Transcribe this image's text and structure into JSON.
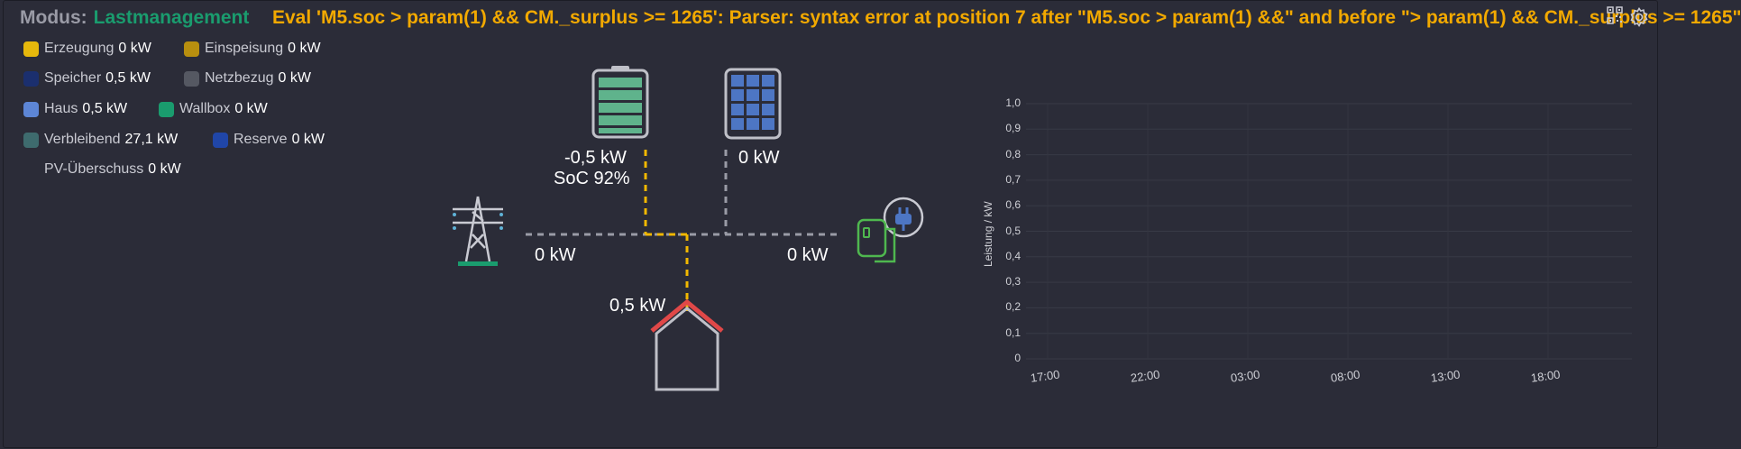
{
  "header": {
    "modus_label": "Modus:",
    "modus_value": "Lastmanagement",
    "error": "Eval 'M5.soc > param(1) && CM._surplus >= 1265': Parser: syntax error at position 7 after \"M5.soc > param(1) &&\" and before \"> param(1) && CM._surplus >= 1265\"",
    "icons": [
      "qr-code-icon",
      "gear-icon"
    ]
  },
  "legend": {
    "items": [
      {
        "name": "Erzeugung",
        "value": "0 kW",
        "color": "#e6b80c"
      },
      {
        "name": "Einspeisung",
        "value": "0 kW",
        "color": "#b88f0f"
      },
      {
        "name": "Speicher",
        "value": "0,5 kW",
        "color": "#1b2f6e"
      },
      {
        "name": "Netzbezug",
        "value": "0 kW",
        "color": "#555862"
      },
      {
        "name": "Haus",
        "value": "0,5 kW",
        "color": "#5d86d6"
      },
      {
        "name": "Wallbox",
        "value": "0 kW",
        "color": "#1a9c6e"
      },
      {
        "name": "Verbleibend",
        "value": "27,1 kW",
        "color": "#3e6b6e"
      },
      {
        "name": "Reserve",
        "value": "0 kW",
        "color": "#2046a8"
      },
      {
        "name": "PV-Überschuss",
        "value": "0 kW",
        "color": ""
      }
    ]
  },
  "flow": {
    "battery_power": "-0,5 kW",
    "battery_soc": "SoC 92%",
    "pv_power": "0 kW",
    "grid_power": "0 kW",
    "wallbox_power": "0 kW",
    "house_power": "0,5 kW",
    "colors": {
      "active": "#f2b800",
      "idle": "#9a9ba6",
      "battery": "#5fb38c",
      "pv": "#4d76c4",
      "house_roof": "#e04848",
      "grid_base": "#1a9c6e",
      "wallbox": "#4fb84f"
    }
  },
  "chart_data": {
    "type": "line",
    "ylabel": "Leistung / kW",
    "xlabel": "",
    "y_ticks": [
      "1,0",
      "0,9",
      "0,8",
      "0,7",
      "0,6",
      "0,5",
      "0,4",
      "0,3",
      "0,2",
      "0,1",
      "0"
    ],
    "x_ticks": [
      "17:00",
      "22:00",
      "03:00",
      "08:00",
      "13:00",
      "18:00"
    ],
    "ylim": [
      0,
      1.0
    ],
    "series": [],
    "grid": true
  }
}
